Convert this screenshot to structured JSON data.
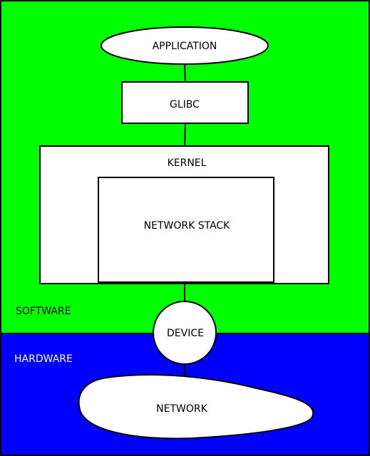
{
  "regions": {
    "software": {
      "label": "SOFTWARE",
      "color": "#00ff00"
    },
    "hardware": {
      "label": "HARDWARE",
      "color": "#0000ff"
    }
  },
  "nodes": {
    "application": "APPLICATION",
    "glibc": "GLIBC",
    "kernel": "KERNEL",
    "network_stack": "NETWORK STACK",
    "device": "DEVICE",
    "network": "NETWORK"
  },
  "colors": {
    "node_fill": "#ffffff",
    "stroke": "#000000",
    "hardware_label": "#ffffff",
    "software_label": "#000000"
  }
}
